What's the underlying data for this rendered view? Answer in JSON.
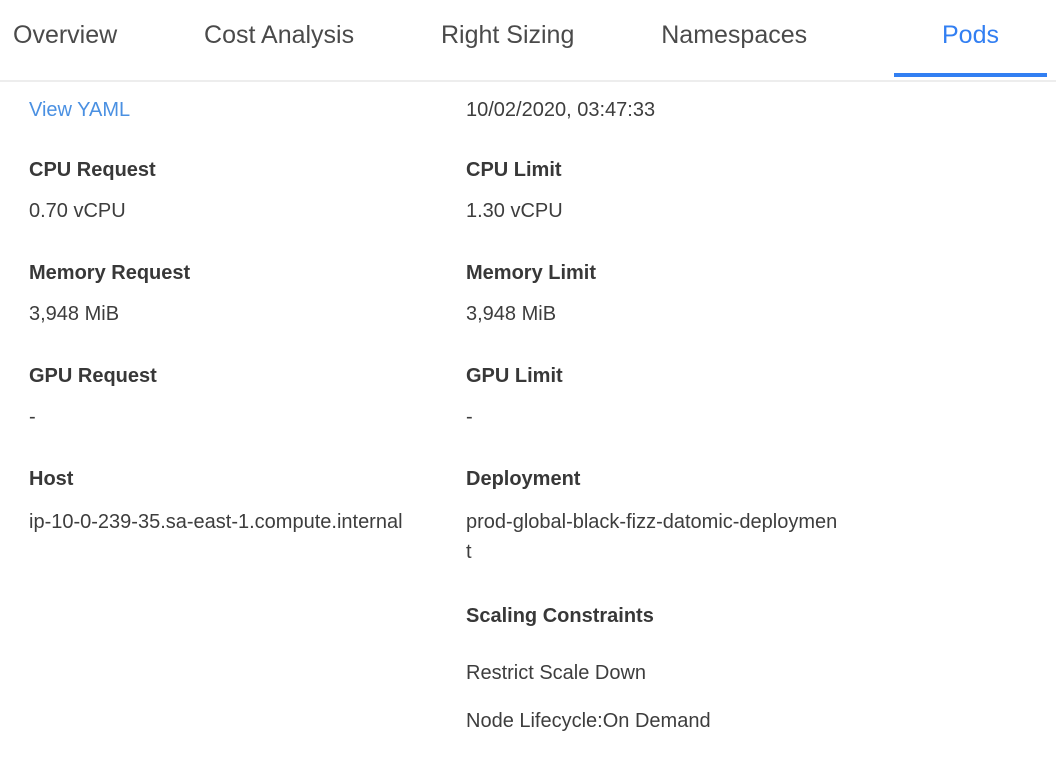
{
  "tabs": {
    "items": [
      {
        "label": "Overview",
        "active": false
      },
      {
        "label": "Cost Analysis",
        "active": false
      },
      {
        "label": "Right Sizing",
        "active": false
      },
      {
        "label": "Namespaces",
        "active": false
      },
      {
        "label": "Pods",
        "active": true
      }
    ]
  },
  "details": {
    "view_yaml_link": "View YAML",
    "timestamp": "10/02/2020, 03:47:33",
    "left_column": {
      "fields": [
        {
          "label": "CPU Request",
          "value": "0.70 vCPU",
          "type": "text"
        },
        {
          "label": "Memory Request",
          "value": "3,948 MiB",
          "type": "text"
        },
        {
          "label": "GPU Request",
          "value": "-",
          "type": "text"
        },
        {
          "label": "Host",
          "value": "ip-10-0-239-35.sa-east-1.compute.internal",
          "type": "link"
        }
      ]
    },
    "right_column": {
      "fields": [
        {
          "label": "CPU Limit",
          "value": "1.30 vCPU",
          "type": "text"
        },
        {
          "label": "Memory Limit",
          "value": "3,948 MiB",
          "type": "text"
        },
        {
          "label": "GPU Limit",
          "value": "-",
          "type": "text"
        },
        {
          "label": "Deployment",
          "value": "prod-global-black-fizz-datomic-deployment",
          "type": "link"
        }
      ]
    },
    "scaling_constraints": {
      "label": "Scaling Constraints",
      "items": [
        "Restrict Scale Down",
        "Node Lifecycle:On Demand"
      ]
    }
  },
  "colors": {
    "accent_blue": "#327ff2",
    "link_blue": "#4a90e2",
    "tab_text": "#4a4a4a",
    "label_text": "#383838",
    "value_text": "#3d3d3d",
    "tab_border": "#ededed",
    "background": "#ffffff"
  }
}
